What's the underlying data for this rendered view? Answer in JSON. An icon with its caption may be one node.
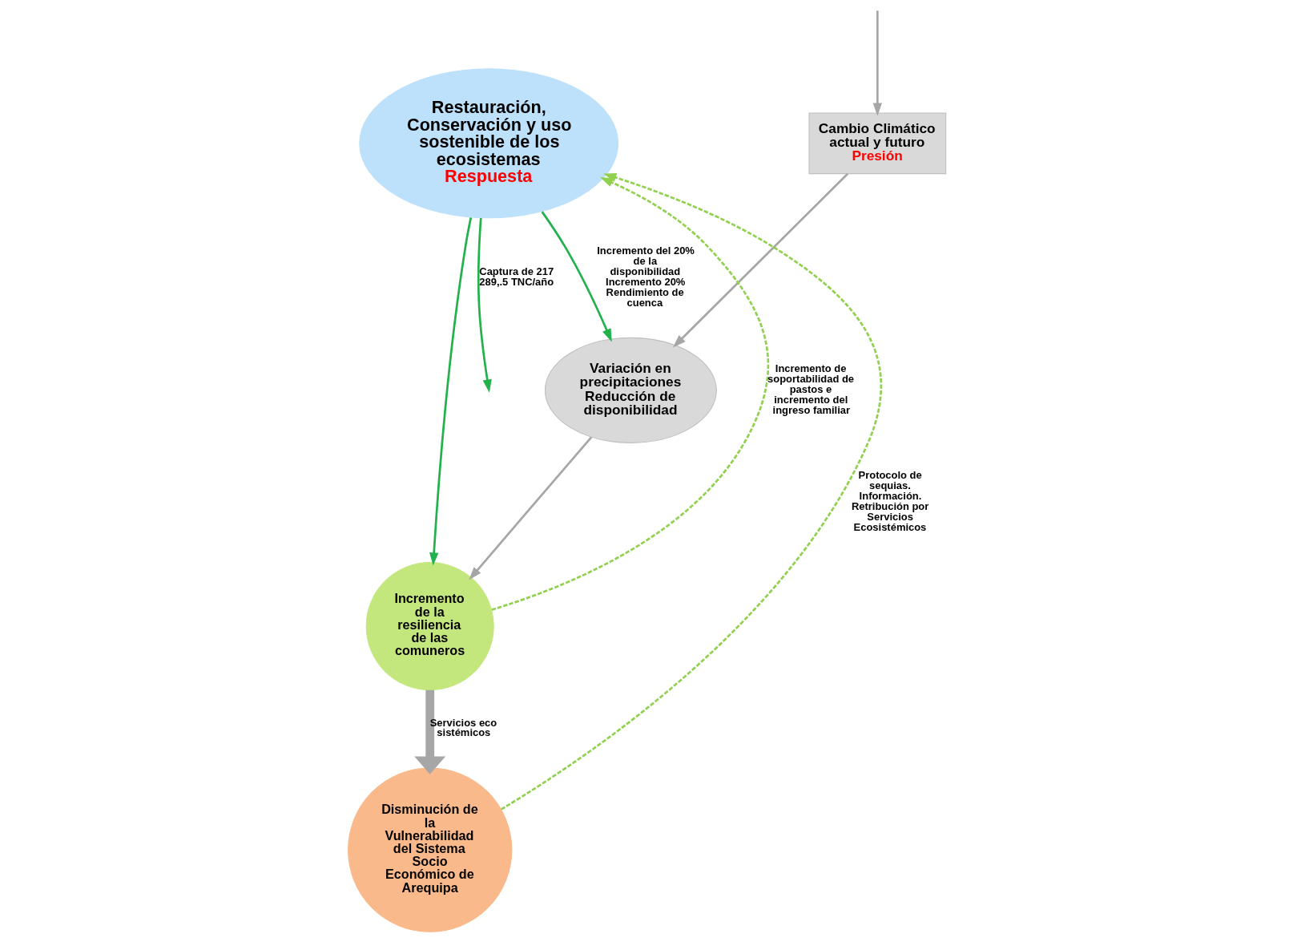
{
  "diagram": {
    "nodes": [
      {
        "text": [
          "Restauración, Conservación y uso sostenible de los ecosistemas",
          "Respuesta"
        ]
      },
      {
        "text": [
          "Cambio Climático actual y futuro",
          "Presión"
        ]
      },
      {
        "text": [
          "Variación en precipitaciones Reducción de disponibilidad"
        ]
      },
      {
        "text": [
          "Incremento de la resiliencia de las comuneros"
        ]
      },
      {
        "text": [
          "Disminución de la Vulnerabilidad del Sistema Socio Económico de Arequipa"
        ]
      }
    ],
    "edges": [
      {
        "from": 0,
        "to": null,
        "arrow": "to",
        "label": "Captura de 217 289,.5 TNC/año",
        "color": "#22b14c"
      },
      {
        "from": null,
        "to": 1,
        "arrow": "to"
      },
      {
        "from": 1,
        "to": 2,
        "arrow": "to"
      },
      {
        "from": 2,
        "to": 3,
        "arrow": "to"
      },
      {
        "from": 0,
        "to": 2,
        "arrow": "to",
        "label": "Incremento del 20% de la disponibilidad Incremento 20% Rendimiento de cuenca",
        "color": "#22b14c"
      },
      {
        "from": 0,
        "to": 3,
        "arrow": "to",
        "color": "#22b14c"
      },
      {
        "from": 3,
        "to": 0,
        "arrow": "to",
        "style": "dashed",
        "label": "Incremento de soportabilidad de pastos e incremento del ingreso familiar",
        "color": "#92d050"
      },
      {
        "from": 3,
        "to": 4,
        "arrow": "to",
        "style": "thick",
        "label": "Servicios eco sistémicos"
      },
      {
        "from": 4,
        "to": 0,
        "arrow": "to",
        "style": "dashed",
        "label": "Protocolo de sequias. Información. Retribución por Servicios Ecosistémicos",
        "color": "#92d050"
      }
    ]
  }
}
